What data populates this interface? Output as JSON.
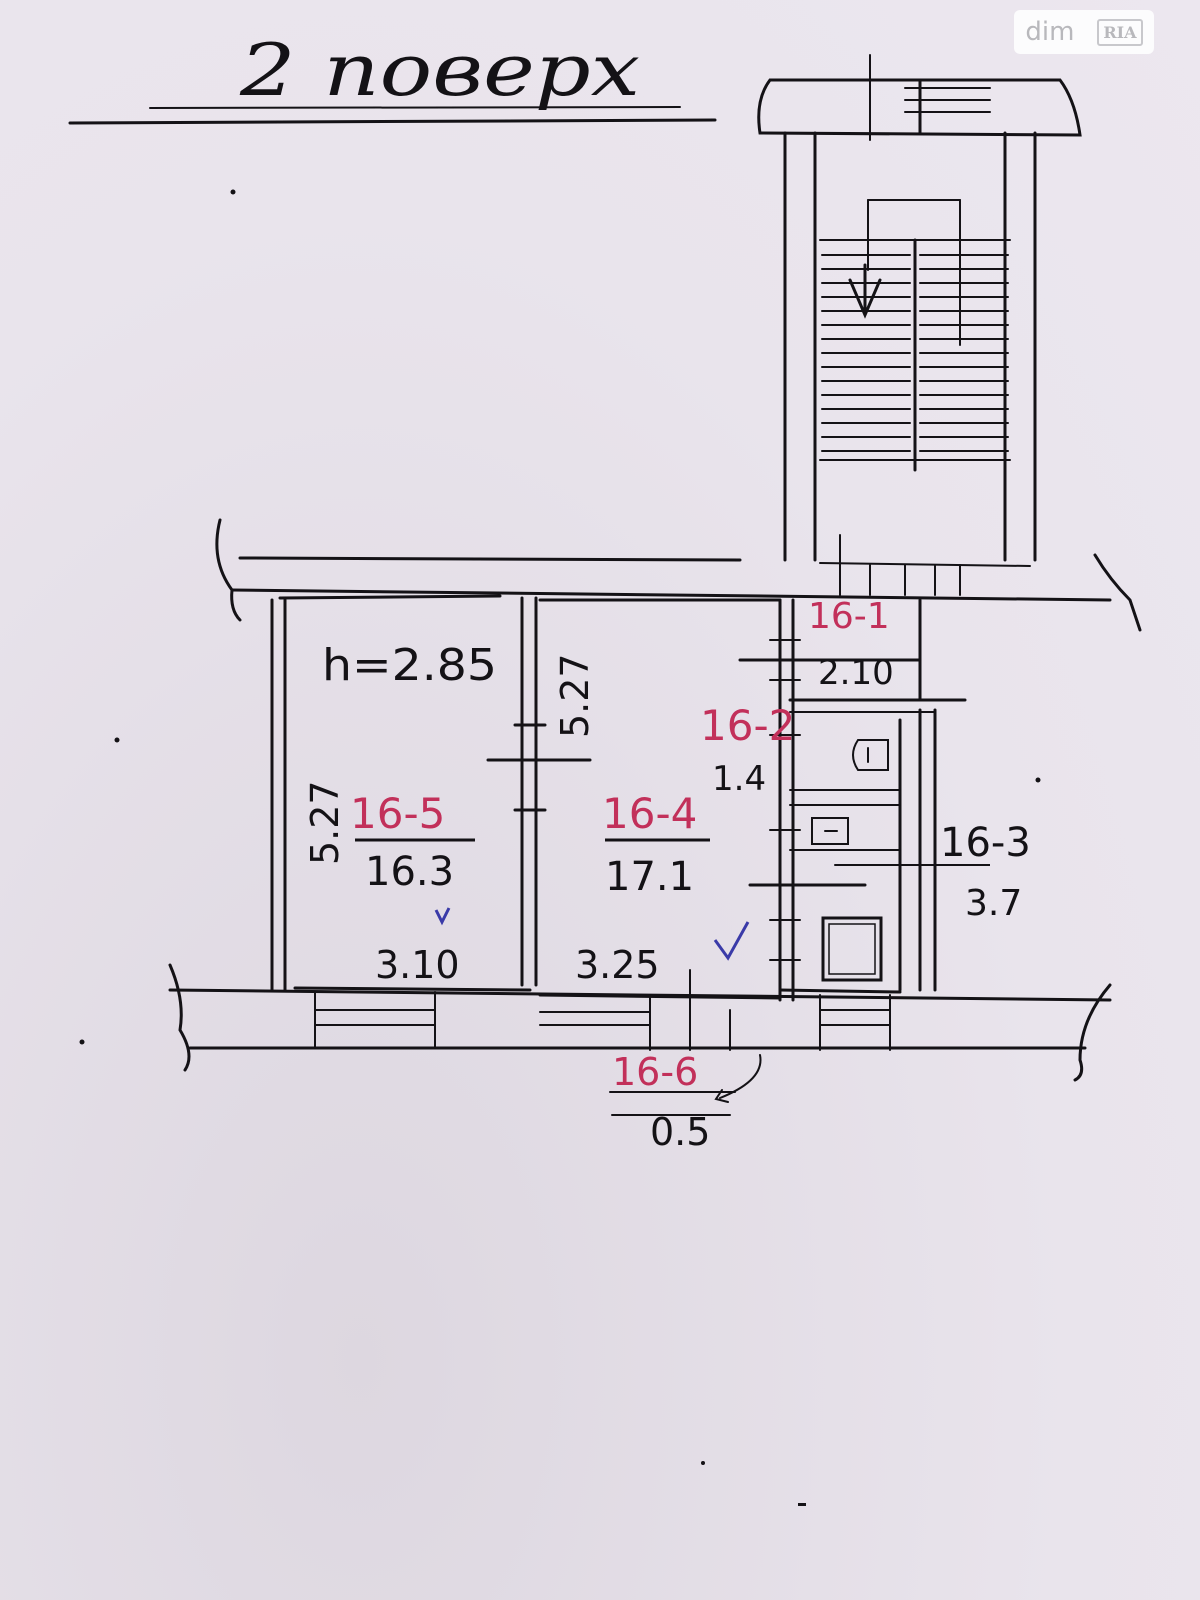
{
  "title": "2 поверх",
  "height_label": "h=2.85",
  "rooms": [
    {
      "id": "16-1",
      "area": "2.10"
    },
    {
      "id": "16-2",
      "area": "1.4"
    },
    {
      "id": "16-3",
      "area": "3.7"
    },
    {
      "id": "16-4",
      "area": "17.1"
    },
    {
      "id": "16-5",
      "area": "16.3"
    },
    {
      "id": "16-6",
      "area": "0.5"
    }
  ],
  "dimensions": {
    "room5_length": "5.27",
    "room4_length": "5.27",
    "room5_width": "3.10",
    "room4_width": "3.25"
  },
  "watermark": {
    "dim": "dim",
    "ria": "RIA"
  },
  "colors": {
    "ink": "#141216",
    "room_id": "#c2305a",
    "check": "#3a3aa8",
    "paper": "#e9e4ec"
  }
}
